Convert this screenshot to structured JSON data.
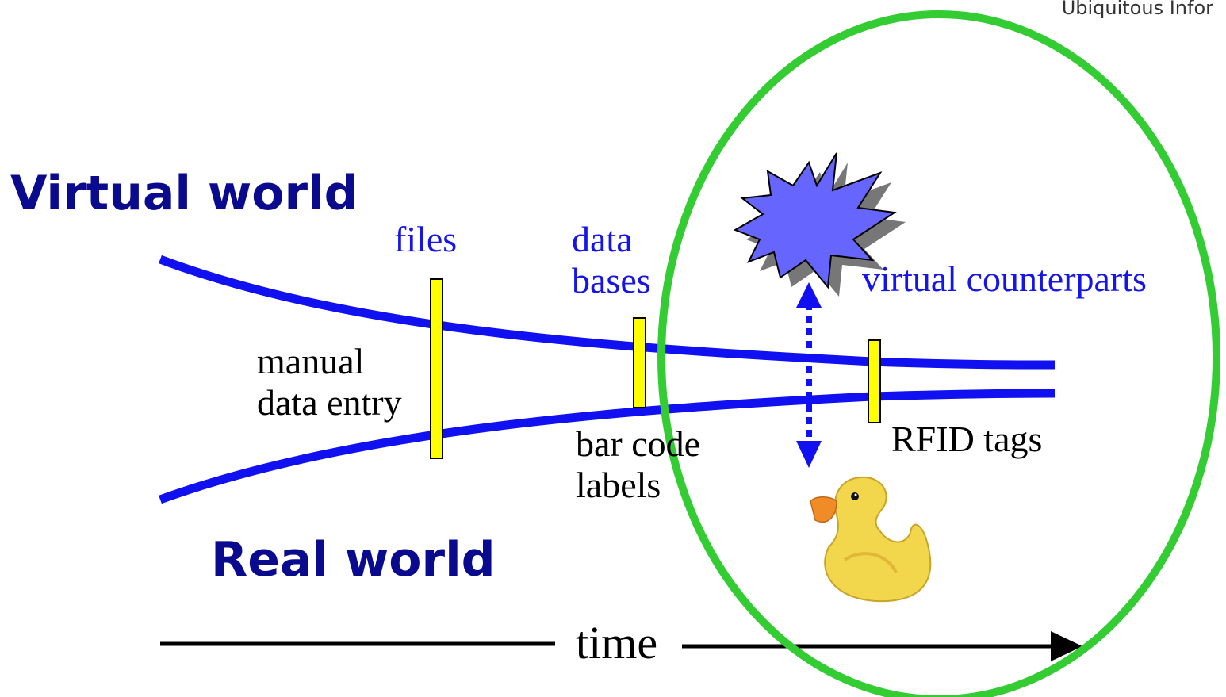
{
  "header": {
    "text": "Ubiquitous Infor"
  },
  "labels": {
    "virtual_world": "Virtual world",
    "real_world": "Real world",
    "files": "files",
    "data_bases_1": "data",
    "data_bases_2": "bases",
    "virtual_counterparts": "virtual counterparts",
    "manual_1": "manual",
    "manual_2": "data entry",
    "barcode_1": "bar code",
    "barcode_2": "labels",
    "rfid": "RFID tags",
    "time": "time"
  },
  "colors": {
    "curves": "#1010f0",
    "markers": "#ffff00",
    "ellipse": "#33cc33",
    "star": "#6666ff",
    "heading_text": "#0a0a8f",
    "label_text": "#1515e8"
  },
  "icons": {
    "star": "virtual-counterpart-star-icon",
    "duck": "rubber-duck-icon",
    "arrow": "bidirectional-dotted-arrow-icon"
  }
}
